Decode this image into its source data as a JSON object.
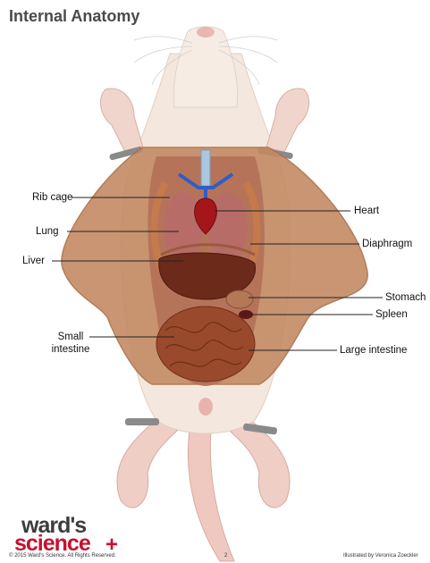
{
  "title": "Internal Anatomy",
  "labels": {
    "rib_cage": "Rib cage",
    "lung": "Lung",
    "liver": "Liver",
    "small_intestine": "Small intestine",
    "heart": "Heart",
    "diaphragm": "Diaphragm",
    "stomach": "Stomach",
    "spleen": "Spleen",
    "large_intestine": "Large intestine"
  },
  "logo": {
    "line1": "ward's",
    "line2": "science",
    "mark": "+"
  },
  "footer": {
    "copyright": "© 2015 Ward's Science. All Rights Reserved.",
    "page": "2",
    "credit": "Illustrated by Veronica Zoeckler"
  },
  "colors": {
    "fur": "#f3e6dc",
    "skin_flap": "#c98a5e",
    "heart": "#a4161a",
    "liver": "#6b2a1a",
    "intestine": "#9a4a2c",
    "brand_red": "#c8102e"
  }
}
